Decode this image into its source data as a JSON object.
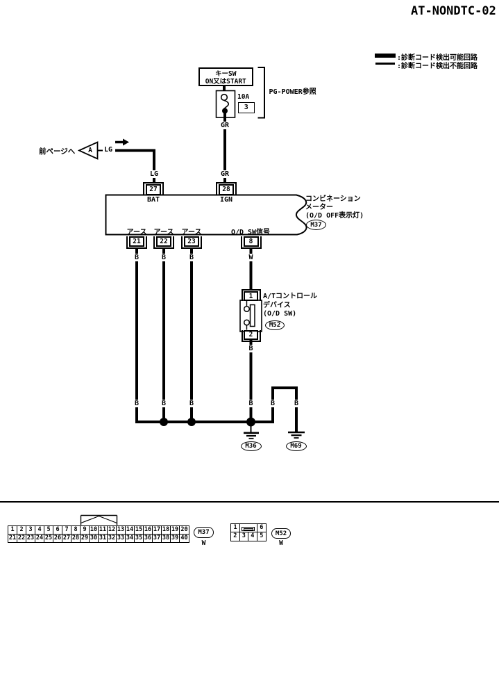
{
  "title": "AT-NONDTC-02",
  "legend": {
    "detectable": ":診断コード検出可能回路",
    "undetectable": ":診断コード検出不能回路"
  },
  "power_source": {
    "line1": "キーSW",
    "line2": "ON又はSTART",
    "fuse_rating": "10A",
    "fuse_slot": "3",
    "reference": "PG-POWER参照"
  },
  "prev_page": {
    "label": "前ページへ",
    "connector_letter": "A"
  },
  "wire_labels": {
    "fuse_out": "GR",
    "ign_pin": "GR",
    "prev_page": "LG",
    "bat_pin": "LG",
    "od_top": "W",
    "od_bottom": "B",
    "bus": [
      "B",
      "B",
      "B",
      "B",
      "B",
      "B"
    ]
  },
  "combination_meter": {
    "name_line1": "コンビネーション",
    "name_line2": "メーター",
    "name_line3": "(O/D OFF表示灯)",
    "connector_id": "M37",
    "pin_bat": {
      "num": "27",
      "label": "BAT"
    },
    "pin_ign": {
      "num": "28",
      "label": "IGN"
    },
    "ground_pins": [
      {
        "num": "21",
        "label": "アース",
        "wire": "B"
      },
      {
        "num": "22",
        "label": "アース",
        "wire": "B"
      },
      {
        "num": "23",
        "label": "アース",
        "wire": "B"
      }
    ],
    "od_pin": {
      "num": "8",
      "label": "O/D SW信号"
    }
  },
  "at_device": {
    "name_line1": "A/Tコントロール",
    "name_line2": "デバイス",
    "name_line3": "(O/D SW)",
    "connector_id": "M52",
    "pin_top": "1",
    "pin_bottom": "2"
  },
  "grounds": [
    {
      "id": "M36"
    },
    {
      "id": "M69"
    }
  ],
  "connector_layouts": {
    "m37": {
      "id": "M37",
      "color": "W",
      "row1": [
        "1",
        "2",
        "3",
        "4",
        "5",
        "6",
        "7",
        "8",
        "9",
        "10",
        "11",
        "12",
        "13",
        "14",
        "15",
        "16",
        "17",
        "18",
        "19",
        "20"
      ],
      "row2": [
        "21",
        "22",
        "23",
        "24",
        "25",
        "26",
        "27",
        "28",
        "29",
        "30",
        "31",
        "32",
        "33",
        "34",
        "35",
        "36",
        "37",
        "38",
        "39",
        "40"
      ]
    },
    "m52": {
      "id": "M52",
      "color": "W",
      "top_left": "1",
      "top_right": "6",
      "row2": [
        "2",
        "3",
        "4",
        "5"
      ]
    }
  }
}
